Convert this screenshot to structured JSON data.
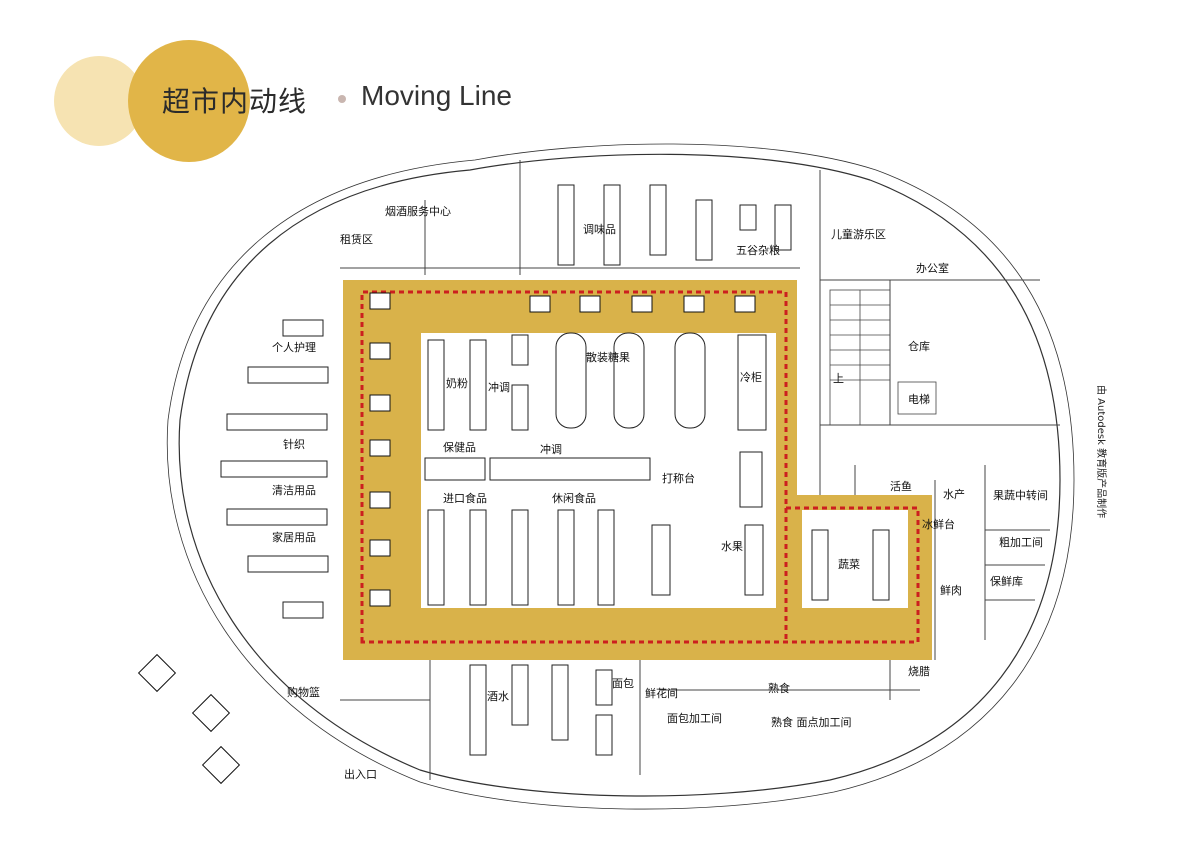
{
  "header": {
    "title_cn": "超市内动线",
    "title_en": "Moving Line"
  },
  "labels": {
    "tobacco_service": "烟酒服务中心",
    "rental": "租赁区",
    "seasoning": "调味品",
    "grains": "五谷杂粮",
    "kids_play": "儿童游乐区",
    "office": "办公室",
    "warehouse": "仓库",
    "elevator": "电梯",
    "up": "上",
    "personal_care": "个人护理",
    "knitting": "针织",
    "cleaning": "清洁用品",
    "home_goods": "家居用品",
    "milk_powder": "奶粉",
    "drink_mix1": "冲调",
    "bulk_candy": "散装糖果",
    "cold_cabinet": "冷柜",
    "health": "保健品",
    "drink_mix2": "冲调",
    "weigh_station": "打称台",
    "imported": "进口食品",
    "snacks": "休闲食品",
    "fruit": "水果",
    "vegetables": "蔬菜",
    "live_fish": "活鱼",
    "aquatic": "水产",
    "ice_counter": "冰鲜台",
    "fresh_meat": "鲜肉",
    "produce_transfer": "果蔬中转间",
    "rough_processing": "粗加工间",
    "cold_storage": "保鲜库",
    "roast": "烧腊",
    "cooked": "熟食",
    "cooked_pastry": "熟食 面点加工间",
    "bread_processing": "面包加工间",
    "flower": "鲜花间",
    "bread": "面包",
    "liquor": "酒水",
    "checkout": "购物篮",
    "entrance": "出入口",
    "credit": "由 Autodesk 教育版产品制作"
  },
  "colors": {
    "path_fill": "#d9b24a",
    "route_dash": "#cc1f1f",
    "circle_light": "#f6e3b2",
    "circle_dark": "#e1b548"
  }
}
